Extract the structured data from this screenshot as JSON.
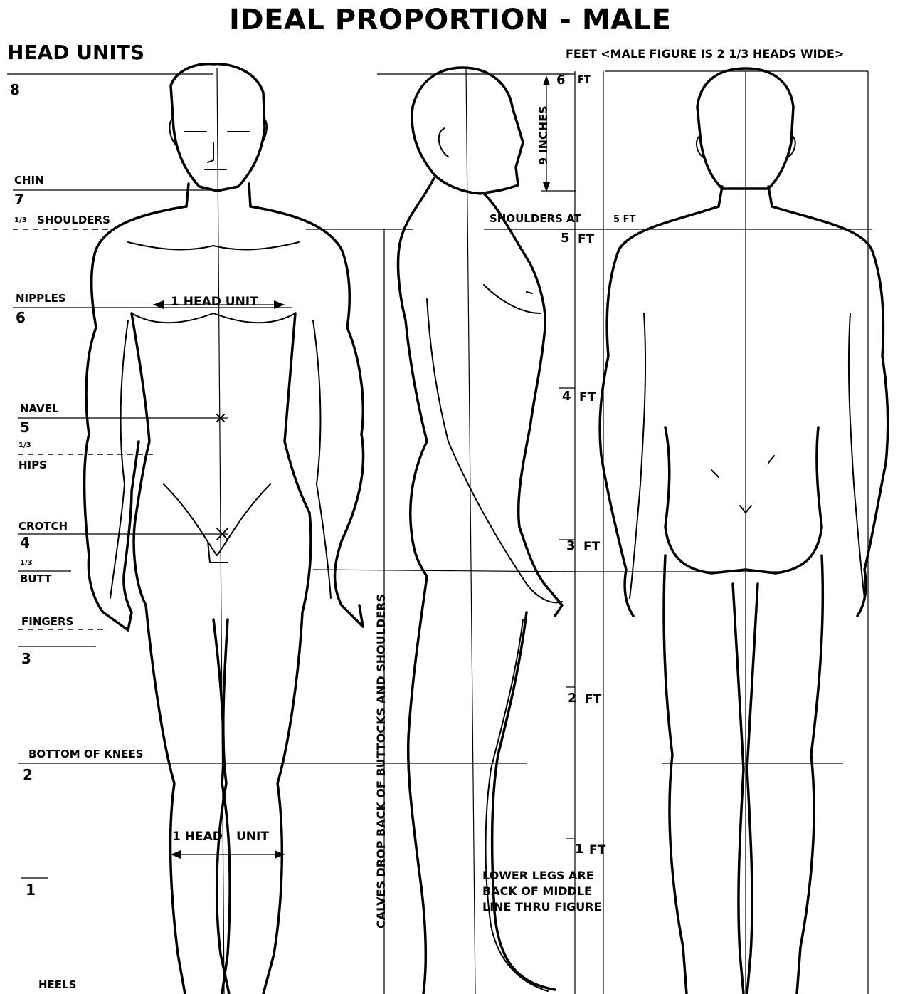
{
  "title": "IDEAL PROPORTION - MALE",
  "left_header": "HEAD UNITS",
  "right_header": "FEET <MALE FIGURE IS 2 1/3 HEADS WIDE>",
  "head_units": {
    "n8": "8",
    "chin": "CHIN",
    "n7": "7",
    "third_a": "1/3",
    "shoulders": "SHOULDERS",
    "nipples": "NIPPLES",
    "n6": "6",
    "head_unit_chest": "1 HEAD UNIT",
    "navel": "NAVEL",
    "n5": "5",
    "third_b": "1/3",
    "hips": "HIPS",
    "crotch": "CROTCH",
    "n4": "4",
    "third_c": "1/3",
    "butt": "BUTT",
    "fingers": "FINGERS",
    "n3": "3",
    "bottom_of_knees": "BOTTOM OF KNEES",
    "n2": "2",
    "head_unit_legs_a": "1 HEAD",
    "head_unit_legs_b": "UNIT",
    "n1": "1",
    "heels": "HEELS"
  },
  "feet": {
    "ft6_num": "6",
    "ft6_unit": "FT",
    "nine_inches": "9 INCHES",
    "shoulders_at": "SHOULDERS  AT",
    "five_ft_small": "5 FT",
    "ft5_num": "5",
    "ft5_unit": "FT",
    "ft4_num": "4",
    "ft4_unit": "FT",
    "ft3_num": "3",
    "ft3_unit": "FT",
    "ft2_num": "2",
    "ft2_unit": "FT",
    "ft1_num": "1",
    "ft1_unit": "FT"
  },
  "vertical_note": "CALVES DROP BACK OF BUTTOCKS AND SHOULDERS",
  "lower_legs_note": [
    "LOWER LEGS ARE",
    "BACK OF MIDDLE",
    "LINE THRU FIGURE"
  ]
}
